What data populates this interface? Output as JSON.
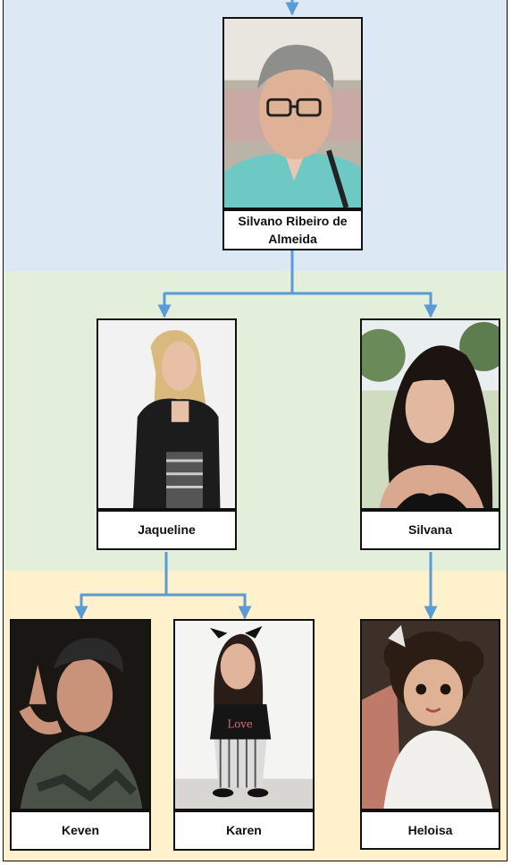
{
  "colors": {
    "generation_1_band": "#dce9f5",
    "generation_2_band": "#e3efda",
    "generation_3_band": "#fef1cc",
    "connector": "#5b9bd5"
  },
  "people": {
    "silvano": {
      "name": "Silvano Ribeiro de Almeida"
    },
    "jaqueline": {
      "name": "Jaqueline"
    },
    "silvana": {
      "name": "Silvana"
    },
    "keven": {
      "name": "Keven"
    },
    "karen": {
      "name": "Karen"
    },
    "heloisa": {
      "name": "Heloisa"
    }
  }
}
